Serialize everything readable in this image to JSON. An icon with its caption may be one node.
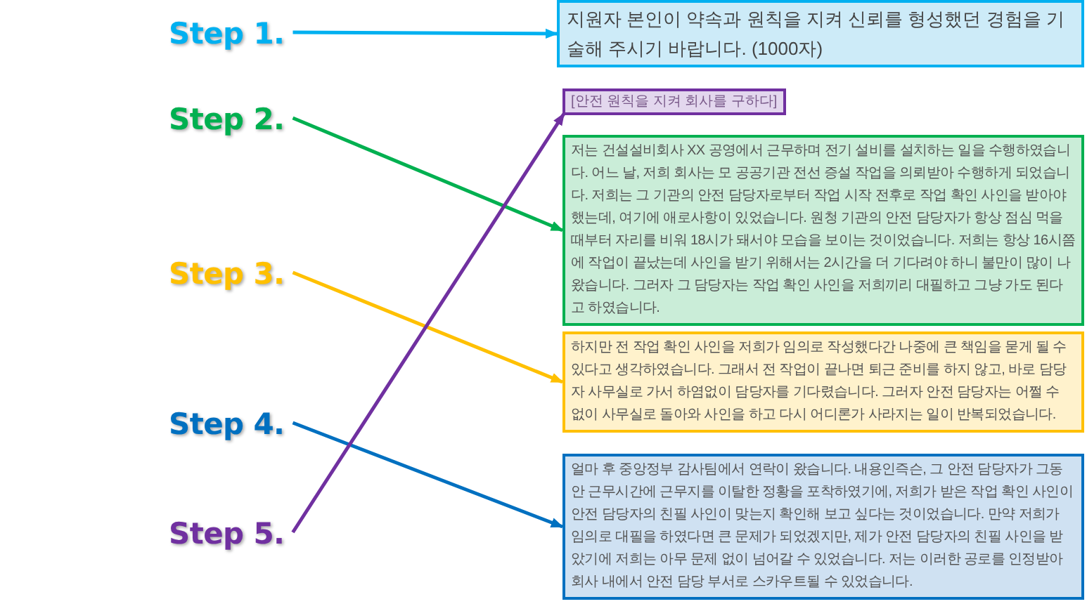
{
  "diagram": {
    "nodes": [
      {
        "text": [
          "Step 1."
        ]
      },
      {
        "text": [
          "Step 2."
        ]
      },
      {
        "text": [
          "Step 3."
        ]
      },
      {
        "text": [
          "Step 4."
        ]
      },
      {
        "text": [
          "Step 5."
        ]
      },
      {
        "text": [
          "지원자 본인이 약속과 원칙을 지켜 신뢰를 형성했던 경험을 기술해 주시기 바랍니다. (1000자)"
        ]
      },
      {
        "text": [
          "[안전 원칙을 지켜 회사를 구하다]"
        ]
      },
      {
        "text": [
          "저는 건설설비회사 XX 공영에서 근무하며 전기 설비를 설치하는 일을 수행하였습니다. 어느 날, 저희 회사는 모 공공기관 전선 증설 작업을 의뢰받아 수행하게 되었습니다. 저희는 그 기관의 안전 담당자로부터 작업 시작 전후로 작업 확인 사인을 받아야 했는데, 여기에 애로사항이 있었습니다. 원청 기관의 안전 담당자가 항상 점심 먹을 때부터 자리를 비워 18시가 돼서야 모습을 보이는 것이었습니다. 저희는 항상 16시쯤에 작업이 끝났는데 사인을 받기 위해서는 2시간을 더 기다려야 하니 불만이 많이 나왔습니다. 그러자 그 담당자는 작업 확인 사인을 저희끼리 대필하고 그냥 가도 된다고 하였습니다."
        ]
      },
      {
        "text": [
          "하지만 전 작업 확인 사인을 저희가 임의로 작성했다간 나중에 큰 책임을 묻게 될 수 있다고 생각하였습니다. 그래서 전 작업이 끝나면 퇴근 준비를 하지 않고, 바로 담당자 사무실로 가서 하염없이 담당자를 기다렸습니다. 그러자 안전 담당자는 어쩔 수 없이 사무실로 돌아와 사인을 하고 다시 어디론가 사라지는 일이 반복되었습니다."
        ]
      },
      {
        "text": [
          "얼마 후 중앙정부 감사팀에서 연락이 왔습니다. 내용인즉슨, 그 안전 담당자가 그동안 근무시간에 근무지를 이탈한 정황을 포착하였기에, 저희가 받은 작업 확인 사인이 안전 담당자의 친필 사인이 맞는지 확인해 보고 싶다는 것이었습니다. 만약 저희가 임의로 대필을 하였다면 큰 문제가 되었겠지만, 제가 안전 담당자의 친필 사인을 받았기에 저희는 아무 문제 없이 넘어갈 수 있었습니다. 저는 이러한 공로를 인정받아 회사 내에서 안전 담당 부서로 스카우트될 수 있었습니다."
        ]
      }
    ],
    "edges": [
      {
        "from": 0,
        "to": 5,
        "arrow": "to",
        "color": "#00b0f0"
      },
      {
        "from": 1,
        "to": 7,
        "arrow": "to",
        "color": "#00b050"
      },
      {
        "from": 2,
        "to": 8,
        "arrow": "to",
        "color": "#ffc000"
      },
      {
        "from": 3,
        "to": 9,
        "arrow": "to",
        "color": "#0070c0"
      },
      {
        "from": 4,
        "to": 6,
        "arrow": "to",
        "color": "#7030a0"
      }
    ]
  }
}
